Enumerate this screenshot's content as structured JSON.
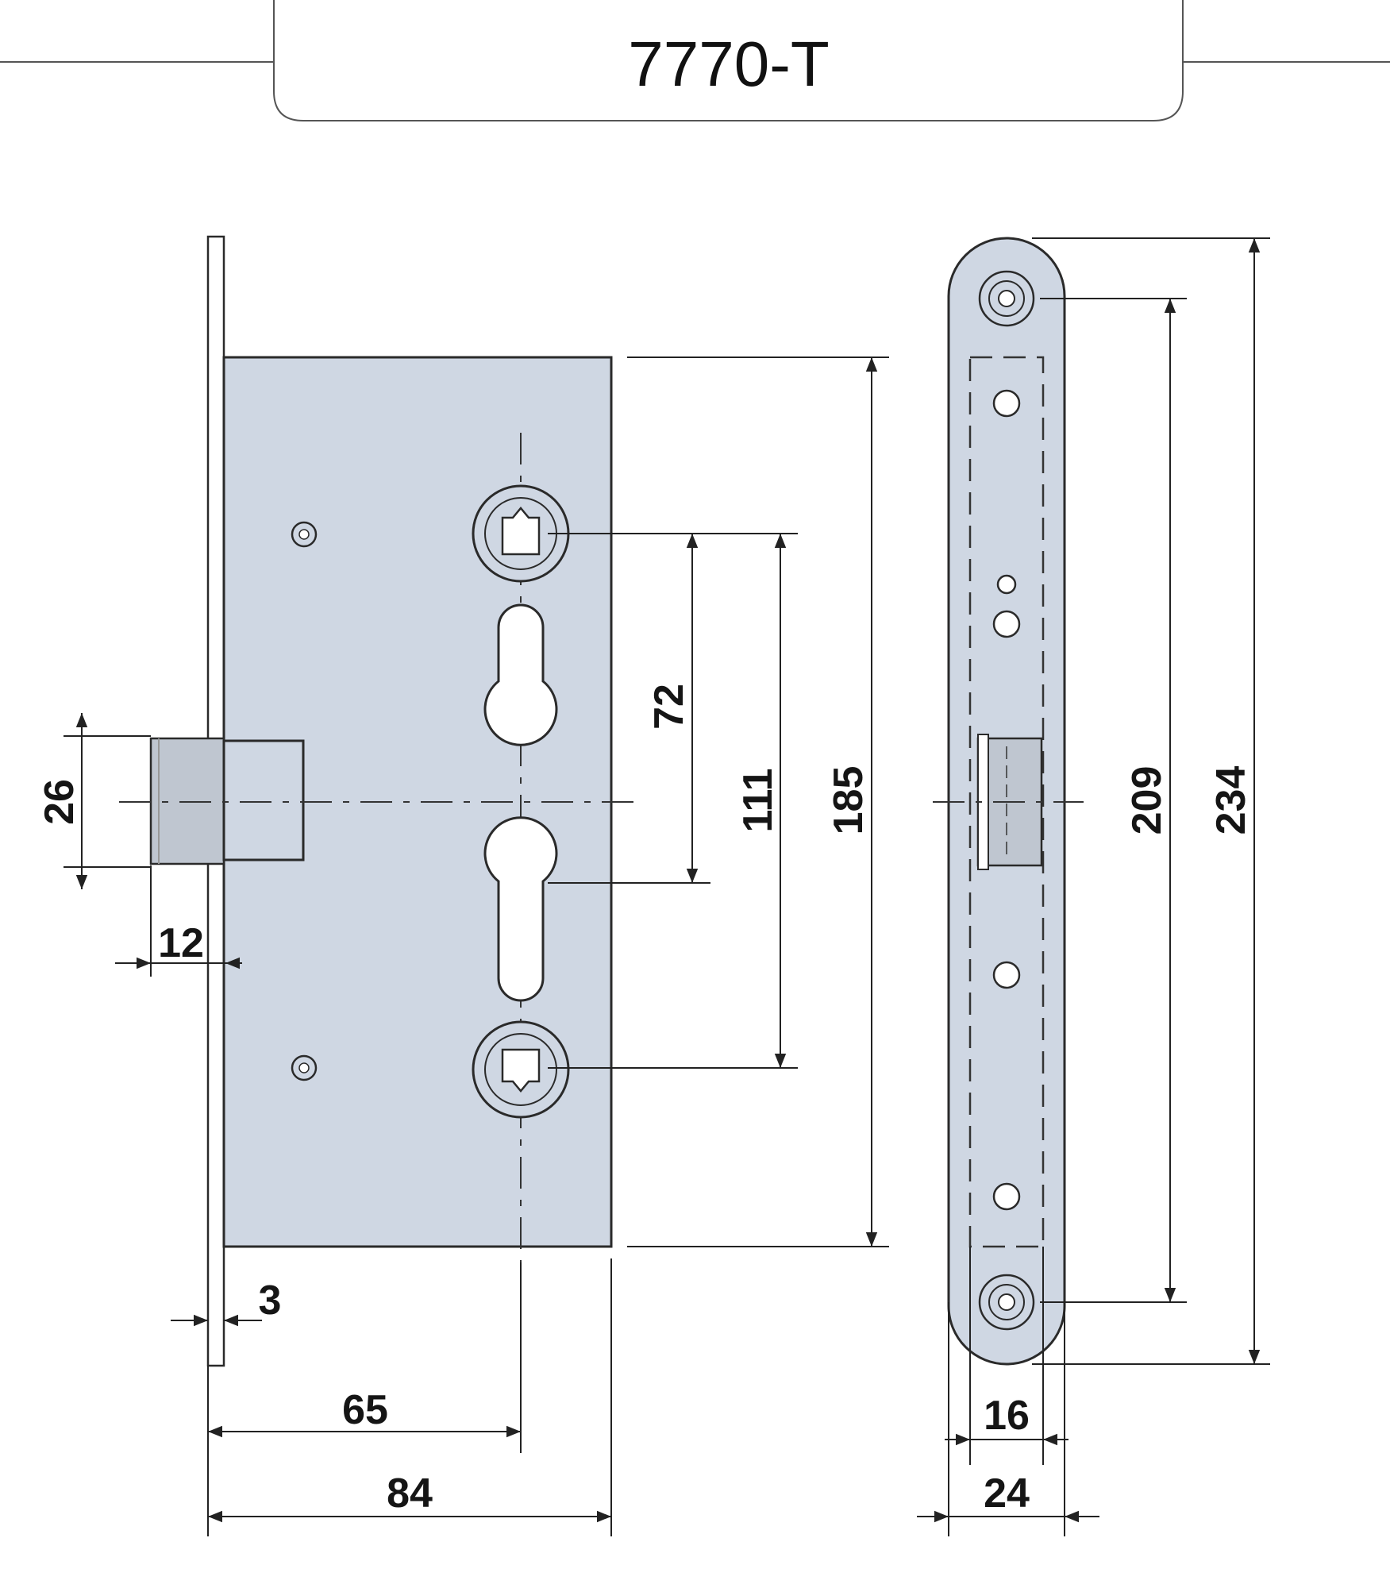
{
  "title": "7770-T",
  "dimensions": {
    "backset": "65",
    "case_depth": "84",
    "faceplate_thickness": "3",
    "latch_projection": "12",
    "latch_height": "26",
    "spindle_to_cylinder": "72",
    "spindle_to_lower_follower": "111",
    "case_height": "185",
    "faceplate_fixing_distance": "209",
    "faceplate_length": "234",
    "faceplate_inner_width": "16",
    "faceplate_width": "24"
  },
  "colors": {
    "case_fill": "#cfd7e3",
    "line": "#2a2a2a",
    "latch_fill": "#bfc6d0"
  }
}
